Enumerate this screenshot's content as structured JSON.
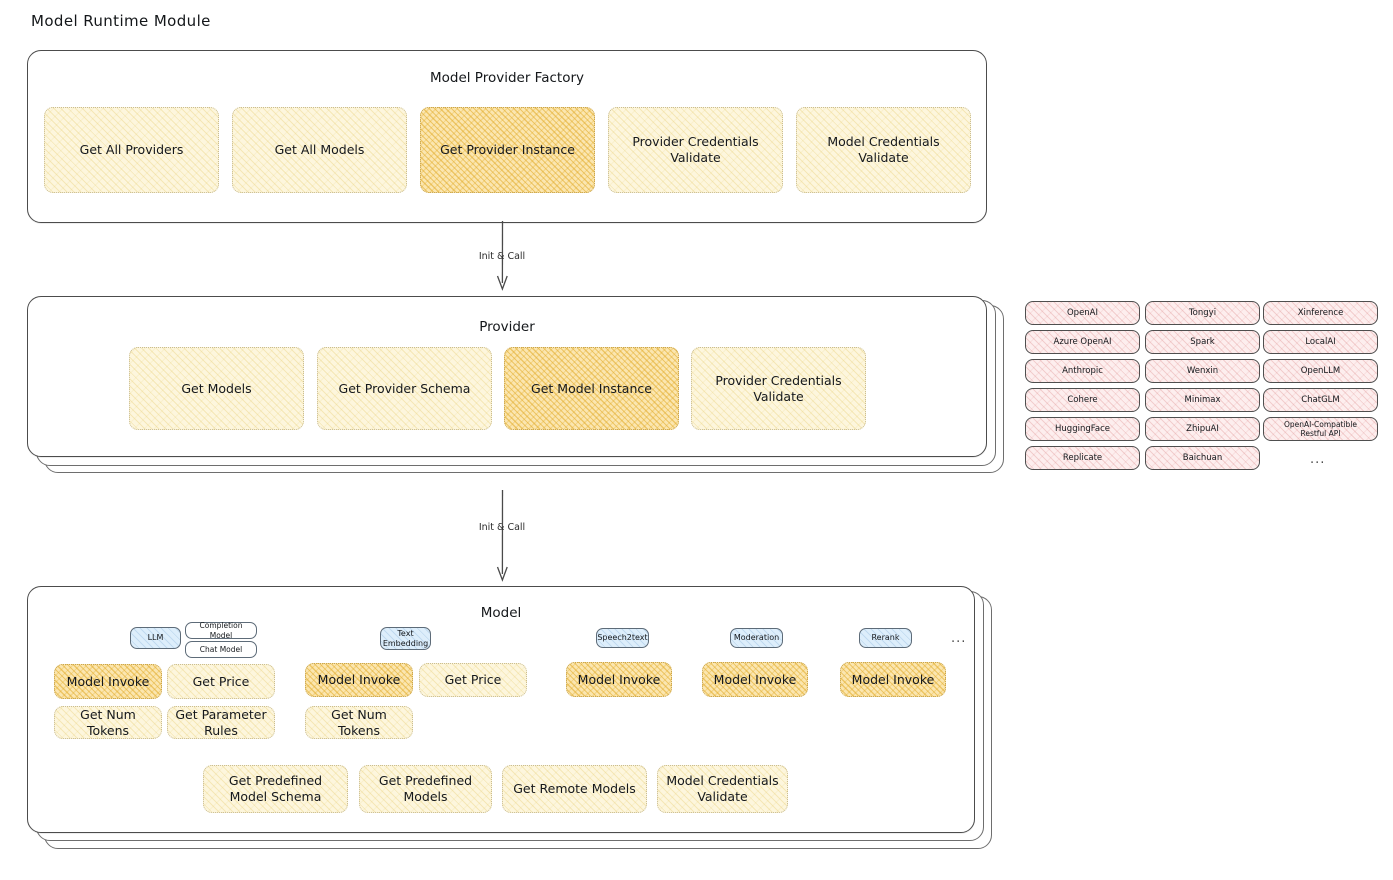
{
  "page": {
    "title": "Model Runtime Module"
  },
  "factory": {
    "title": "Model Provider Factory",
    "nodes": [
      {
        "label": "Get All Providers",
        "style": "cream"
      },
      {
        "label": "Get All Models",
        "style": "cream"
      },
      {
        "label": "Get Provider Instance",
        "style": "amber"
      },
      {
        "label": "Provider Credentials Validate",
        "style": "cream"
      },
      {
        "label": "Model Credentials Validate",
        "style": "cream"
      }
    ]
  },
  "arrows": [
    {
      "label": "Init & Call"
    },
    {
      "label": "Init & Call"
    }
  ],
  "provider": {
    "title": "Provider",
    "nodes": [
      {
        "label": "Get Models",
        "style": "cream"
      },
      {
        "label": "Get Provider Schema",
        "style": "cream"
      },
      {
        "label": "Get Model Instance",
        "style": "amber"
      },
      {
        "label": "Provider Credentials Validate",
        "style": "cream"
      }
    ]
  },
  "provider_list": {
    "columns": [
      [
        "OpenAI",
        "Azure OpenAI",
        "Anthropic",
        "Cohere",
        "HuggingFace",
        "Replicate"
      ],
      [
        "Tongyi",
        "Spark",
        "Wenxin",
        "Minimax",
        "ZhipuAI",
        "Baichuan"
      ],
      [
        "Xinference",
        "LocalAI",
        "OpenLLM",
        "ChatGLM",
        "OpenAI-Compatible Restful API"
      ]
    ],
    "ellipsis": "..."
  },
  "model": {
    "title": "Model",
    "ellipsis": "...",
    "types": [
      {
        "badge": "LLM",
        "subbadges": [
          "Completion Model",
          "Chat Model"
        ],
        "methods": [
          {
            "label": "Model Invoke",
            "style": "amber"
          },
          {
            "label": "Get Price",
            "style": "cream"
          },
          {
            "label": "Get Num Tokens",
            "style": "cream"
          },
          {
            "label": "Get Parameter Rules",
            "style": "cream"
          }
        ]
      },
      {
        "badge": "Text Embedding",
        "subbadges": [],
        "methods": [
          {
            "label": "Model Invoke",
            "style": "amber"
          },
          {
            "label": "Get Price",
            "style": "cream"
          },
          {
            "label": "Get Num Tokens",
            "style": "cream"
          }
        ]
      },
      {
        "badge": "Speech2text",
        "subbadges": [],
        "methods": [
          {
            "label": "Model Invoke",
            "style": "amber"
          }
        ]
      },
      {
        "badge": "Moderation",
        "subbadges": [],
        "methods": [
          {
            "label": "Model Invoke",
            "style": "amber"
          }
        ]
      },
      {
        "badge": "Rerank",
        "subbadges": [],
        "methods": [
          {
            "label": "Model Invoke",
            "style": "amber"
          }
        ]
      }
    ],
    "shared": [
      {
        "label": "Get Predefined Model Schema",
        "style": "cream"
      },
      {
        "label": "Get Predefined Models",
        "style": "cream"
      },
      {
        "label": "Get Remote Models",
        "style": "cream"
      },
      {
        "label": "Model Credentials Validate",
        "style": "cream"
      }
    ]
  }
}
